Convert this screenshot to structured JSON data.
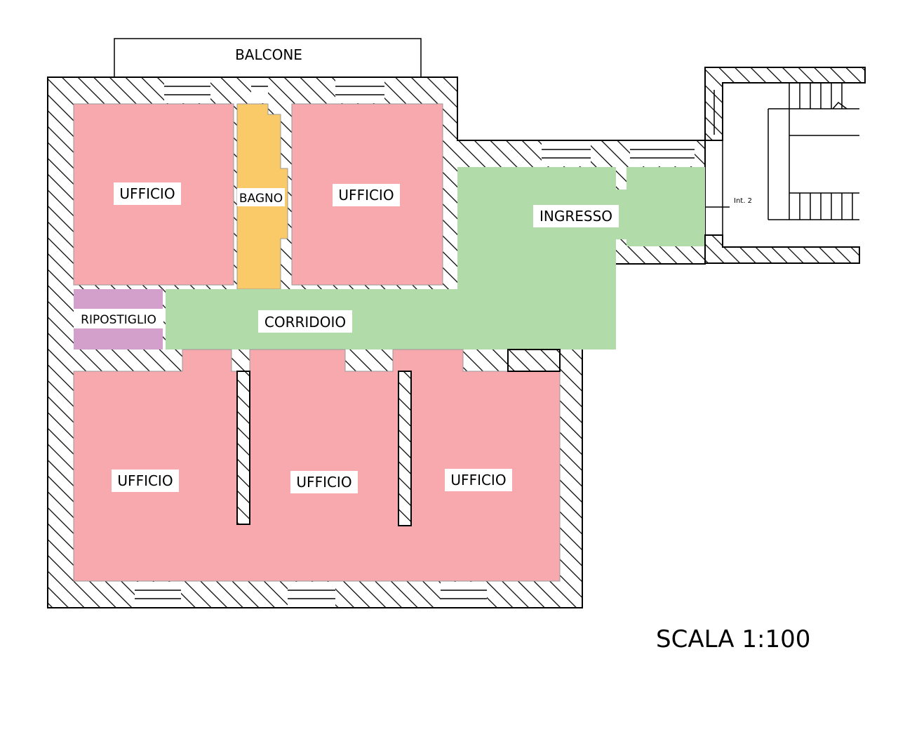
{
  "plan": {
    "balcony_label": "BALCONE",
    "scale_label": "SCALA 1:100",
    "stair_label": "Int. 2",
    "rooms": [
      {
        "key": "office-top-left",
        "label": "UFFICIO",
        "type": "office"
      },
      {
        "key": "bathroom",
        "label": "BAGNO",
        "type": "bathroom"
      },
      {
        "key": "office-top-center",
        "label": "UFFICIO",
        "type": "office"
      },
      {
        "key": "entrance",
        "label": "INGRESSO",
        "type": "circulation"
      },
      {
        "key": "storage",
        "label": "RIPOSTIGLIO",
        "type": "storage"
      },
      {
        "key": "corridor",
        "label": "CORRIDOIO",
        "type": "circulation"
      },
      {
        "key": "office-bottom-left",
        "label": "UFFICIO",
        "type": "office"
      },
      {
        "key": "office-bottom-center",
        "label": "UFFICIO",
        "type": "office"
      },
      {
        "key": "office-bottom-right",
        "label": "UFFICIO",
        "type": "office"
      }
    ],
    "colors": {
      "office": "#f8a9ae",
      "bathroom": "#fbca68",
      "circulation": "#b1dba8",
      "storage": "#d3a0cb",
      "wall_hatch": "#000000"
    }
  }
}
